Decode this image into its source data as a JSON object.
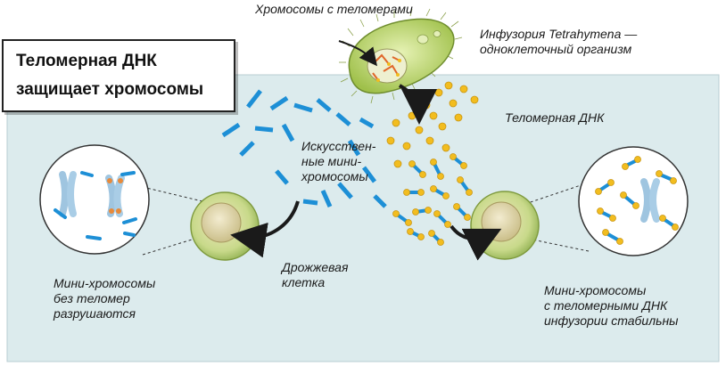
{
  "title": {
    "line1": "Теломерная ДНК",
    "line2": "защищает хромосомы"
  },
  "labels": {
    "chromosomes_with_telomeres": "Хромосомы с теломерами",
    "infusoria": [
      "Инфузория Tetrahymena —",
      "одноклеточный организм"
    ],
    "telomeric_dna": "Теломерная ДНК",
    "artificial_minichromosomes": [
      "Искусствен-",
      "ные мини-",
      "хромосомы"
    ],
    "yeast_cell": [
      "Дрожжевая",
      "клетка"
    ],
    "left_outcome": [
      "Мини-хромосомы",
      "без теломер",
      "разрушаются"
    ],
    "right_outcome": [
      "Мини-хромосомы",
      "с теломерными ДНК",
      "инфузории стабильны"
    ]
  },
  "colors": {
    "panel_background": "#dcebed",
    "panel_border": "#b9cdd2",
    "minichromosome": "#1d8fd6",
    "telomere": "#f2bd1f",
    "cell_outer": "#b9d36a",
    "cell_inner": "#e4dca8",
    "infusoria_body": "#c9e27a",
    "arrow": "#1a1a1a"
  },
  "icons": [
    "infusoria-cell-icon",
    "yeast-cell-icon",
    "magnifier-circle-icon",
    "curved-arrow-icon",
    "chromosome-icon"
  ]
}
